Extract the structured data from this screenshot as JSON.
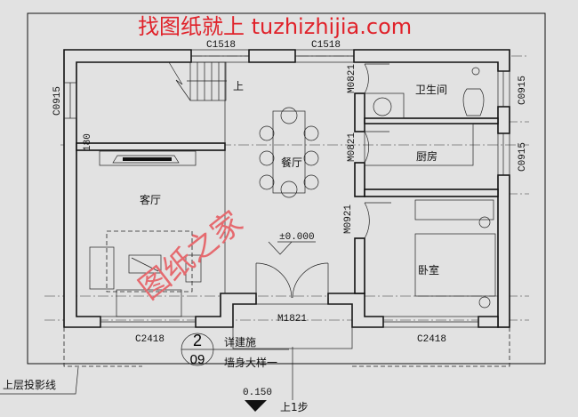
{
  "watermark": {
    "text": "找图纸就上 tuzhizhijia.com",
    "diagonal": "图纸之家",
    "color": "#e0222a"
  },
  "rooms": {
    "living": "客厅",
    "dining": "餐厅",
    "bathroom": "卫生间",
    "kitchen": "厨房",
    "bedroom": "卧室"
  },
  "windows": {
    "top_left": "C1518",
    "top_right": "C1518",
    "left": "C0915",
    "right_top": "C0915",
    "right_bottom": "C0915",
    "bottom_left": "C2418",
    "bottom_right": "C2418"
  },
  "doors": {
    "bathroom": "M0821",
    "kitchen": "M0821",
    "bedroom": "M0921",
    "entrance": "M1821"
  },
  "annotations": {
    "stair_up": "上",
    "dimension": "180",
    "floor_level": "±0.000",
    "exterior_level": "0.150",
    "step": "上1步",
    "projection_line": "上层投影线",
    "detail_num": "2",
    "detail_sheet": "09",
    "detail_ref": "详建施",
    "detail_desc": "墙身大样一"
  }
}
